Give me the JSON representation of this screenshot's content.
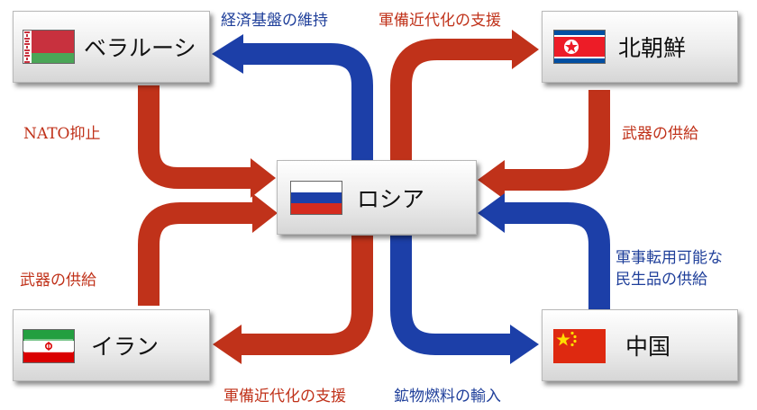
{
  "nodes": {
    "belarus": {
      "name": "ベラルーシ",
      "flag": "belarus-flag"
    },
    "north_korea": {
      "name": "北朝鮮",
      "flag": "north-korea-flag"
    },
    "russia": {
      "name": "ロシア",
      "flag": "russia-flag"
    },
    "iran": {
      "name": "イラン",
      "flag": "iran-flag"
    },
    "china": {
      "name": "中国",
      "flag": "china-flag"
    }
  },
  "edges": {
    "russia_to_belarus": {
      "label": "経済基盤の維持",
      "color": "#1f3f9a"
    },
    "belarus_to_russia": {
      "label": "NATO抑止",
      "color": "#c0321a"
    },
    "russia_to_north_korea": {
      "label": "軍備近代化の支援",
      "color": "#c0321a"
    },
    "north_korea_to_russia": {
      "label": "武器の供給",
      "color": "#c0321a"
    },
    "iran_to_russia": {
      "label": "武器の供給",
      "color": "#c0321a"
    },
    "russia_to_iran": {
      "label": "軍備近代化の支援",
      "color": "#c0321a"
    },
    "russia_to_china": {
      "label": "鉱物燃料の輸入",
      "color": "#1f3f9a"
    },
    "china_to_russia": {
      "label": "軍事転用可能な",
      "label_line2": "民生品の供給",
      "color": "#1f3f9a"
    }
  },
  "colors": {
    "red_arrow": "#c0321a",
    "blue_arrow": "#1c3fa8"
  }
}
